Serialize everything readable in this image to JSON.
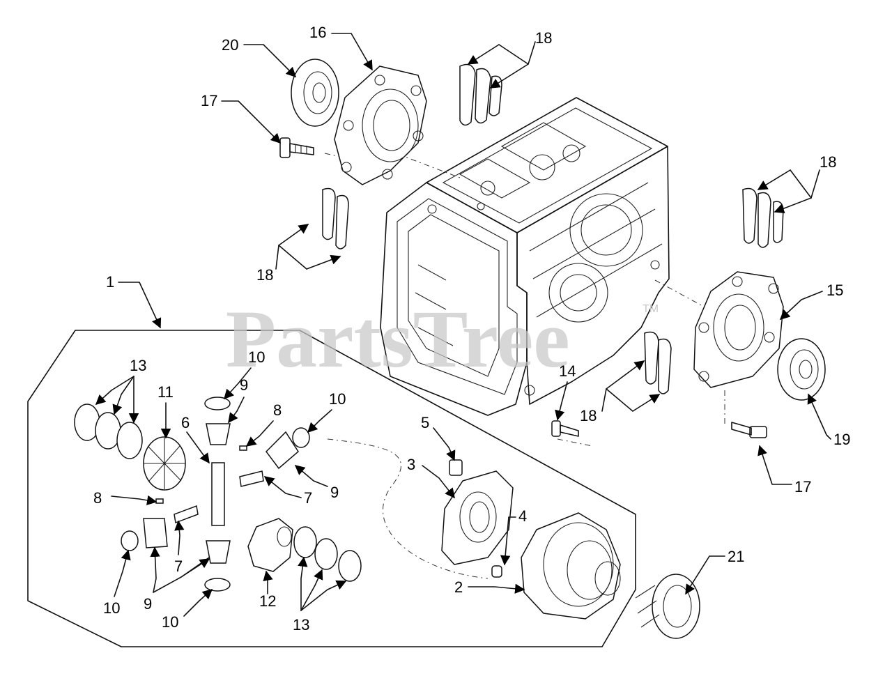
{
  "watermark": {
    "text": "PartsTree",
    "trademark": "TM"
  },
  "callouts": [
    {
      "id": "c1",
      "label": "1"
    },
    {
      "id": "c2",
      "label": "2"
    },
    {
      "id": "c3",
      "label": "3"
    },
    {
      "id": "c4",
      "label": "4"
    },
    {
      "id": "c5",
      "label": "5"
    },
    {
      "id": "c6",
      "label": "6"
    },
    {
      "id": "c7a",
      "label": "7"
    },
    {
      "id": "c7b",
      "label": "7"
    },
    {
      "id": "c8a",
      "label": "8"
    },
    {
      "id": "c8b",
      "label": "8"
    },
    {
      "id": "c9a",
      "label": "9"
    },
    {
      "id": "c9b",
      "label": "9"
    },
    {
      "id": "c9c",
      "label": "9"
    },
    {
      "id": "c10a",
      "label": "10"
    },
    {
      "id": "c10b",
      "label": "10"
    },
    {
      "id": "c10c",
      "label": "10"
    },
    {
      "id": "c10d",
      "label": "10"
    },
    {
      "id": "c11",
      "label": "11"
    },
    {
      "id": "c12",
      "label": "12"
    },
    {
      "id": "c13a",
      "label": "13"
    },
    {
      "id": "c13b",
      "label": "13"
    },
    {
      "id": "c14",
      "label": "14"
    },
    {
      "id": "c15",
      "label": "15"
    },
    {
      "id": "c16",
      "label": "16"
    },
    {
      "id": "c17a",
      "label": "17"
    },
    {
      "id": "c17b",
      "label": "17"
    },
    {
      "id": "c18a",
      "label": "18"
    },
    {
      "id": "c18b",
      "label": "18"
    },
    {
      "id": "c18c",
      "label": "18"
    },
    {
      "id": "c18d",
      "label": "18"
    },
    {
      "id": "c19",
      "label": "19"
    },
    {
      "id": "c20",
      "label": "20"
    },
    {
      "id": "c21",
      "label": "21"
    }
  ]
}
